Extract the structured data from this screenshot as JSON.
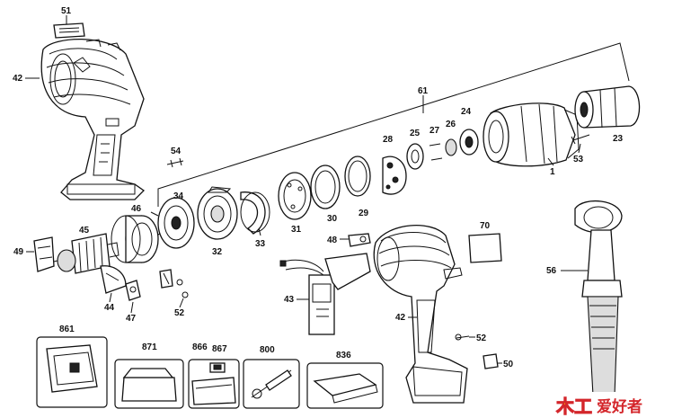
{
  "labels": {
    "p51": "51",
    "p42a": "42",
    "p61": "61",
    "p54": "54",
    "p34": "34",
    "p46": "46",
    "p45": "45",
    "p49": "49",
    "p44": "44",
    "p47": "47",
    "p52a": "52",
    "p32": "32",
    "p33": "33",
    "p31": "31",
    "p30": "30",
    "p29": "29",
    "p28": "28",
    "p25": "25",
    "p27": "27",
    "p26": "26",
    "p24": "24",
    "p1": "1",
    "p23": "23",
    "p53": "53",
    "p48": "48",
    "p43": "43",
    "p70": "70",
    "p42b": "42",
    "p52b": "52",
    "p50": "50",
    "p56": "56",
    "p861": "861",
    "p871": "871",
    "p866": "866",
    "p867": "867",
    "p800": "800",
    "p836": "836"
  },
  "watermark": {
    "text_a": "木工",
    "text_b": "爱好者",
    "colors": [
      "#d4262b",
      "#f2b300"
    ]
  },
  "colors": {
    "line": "#111111",
    "background": "#ffffff"
  }
}
